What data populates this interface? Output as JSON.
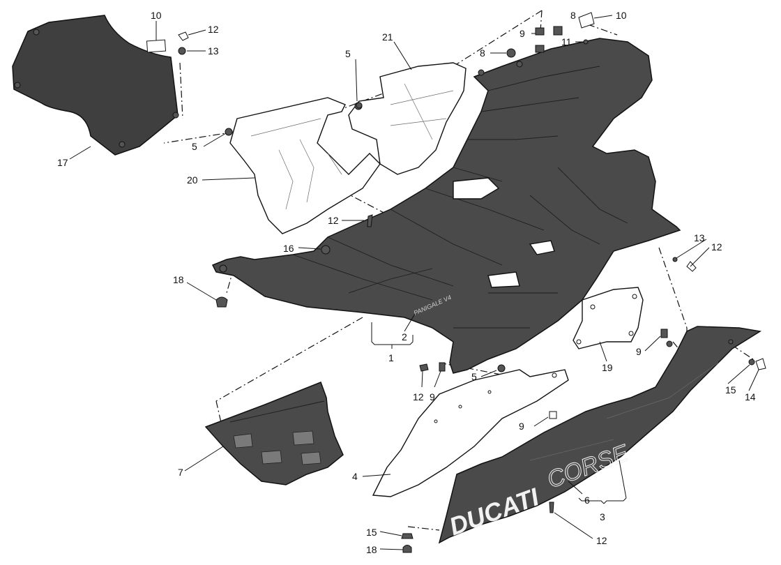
{
  "diagram": {
    "title": "Ducati fairing exploded view",
    "callouts": {
      "c1": "1",
      "c2": "2",
      "c3": "3",
      "c4": "4",
      "c5a": "5",
      "c5b": "5",
      "c5c": "5",
      "c6": "6",
      "c7": "7",
      "c8a": "8",
      "c8b": "8",
      "c9a": "9",
      "c9b": "9",
      "c9c": "9",
      "c9d": "9",
      "c10a": "10",
      "c10b": "10",
      "c11": "11",
      "c12a": "12",
      "c12b": "12",
      "c12c": "12",
      "c12d": "12",
      "c12e": "12",
      "c13a": "13",
      "c13b": "13",
      "c14": "14",
      "c15a": "15",
      "c15b": "15",
      "c16": "16",
      "c17": "17",
      "c18a": "18",
      "c18b": "18",
      "c19": "19",
      "c20": "20",
      "c21": "21"
    },
    "decals": {
      "brand_bold": "DUCATI",
      "brand_light": "CORSE",
      "model_script": "PANIGALE V4"
    }
  }
}
